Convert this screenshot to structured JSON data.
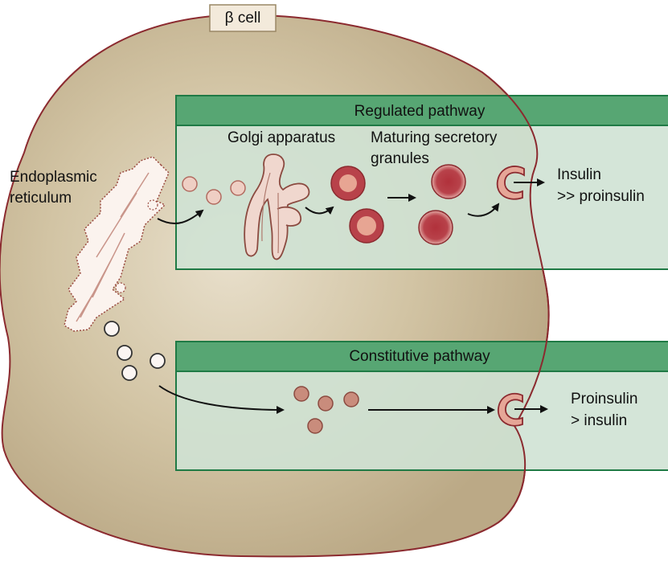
{
  "cell_label": "β cell",
  "regulated": {
    "title": "Regulated pathway",
    "golgi_label": "Golgi apparatus",
    "granules_label_line1": "Maturing secretory",
    "granules_label_line2": "granules",
    "output_line1": "Insulin",
    "output_line2": ">> proinsulin"
  },
  "constitutive": {
    "title": "Constitutive pathway",
    "output_line1": "Proinsulin",
    "output_line2": "> insulin"
  },
  "er_label_line1": "Endoplasmic",
  "er_label_line2": "reticulum",
  "colors": {
    "cell_fill": "#c2b18e",
    "cell_center": "#e6dcc6",
    "cell_outline": "#8b2a2f",
    "pathway_header": "#57a673",
    "pathway_body": "#cfe2d4",
    "pathway_border": "#1f7a45",
    "vesicle_light": "#efcfc4",
    "vesicle_medium": "#c98c7c",
    "granule_dark": "#a8333d"
  }
}
